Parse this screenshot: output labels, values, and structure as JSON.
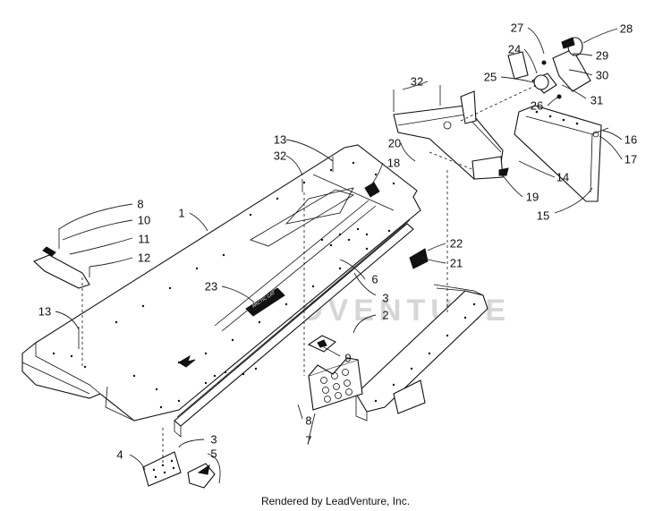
{
  "callouts": [
    "1",
    "2",
    "3",
    "3",
    "4",
    "5",
    "6",
    "7",
    "8",
    "8",
    "9",
    "10",
    "11",
    "12",
    "13",
    "13",
    "14",
    "15",
    "16",
    "17",
    "18",
    "19",
    "20",
    "21",
    "22",
    "23",
    "24",
    "25",
    "26",
    "27",
    "28",
    "29",
    "30",
    "31",
    "32",
    "32"
  ],
  "watermark": "LEADVENTURE",
  "decal_text": "ARCTIC CAT",
  "footer": "Rendered by LeadVenture, Inc."
}
